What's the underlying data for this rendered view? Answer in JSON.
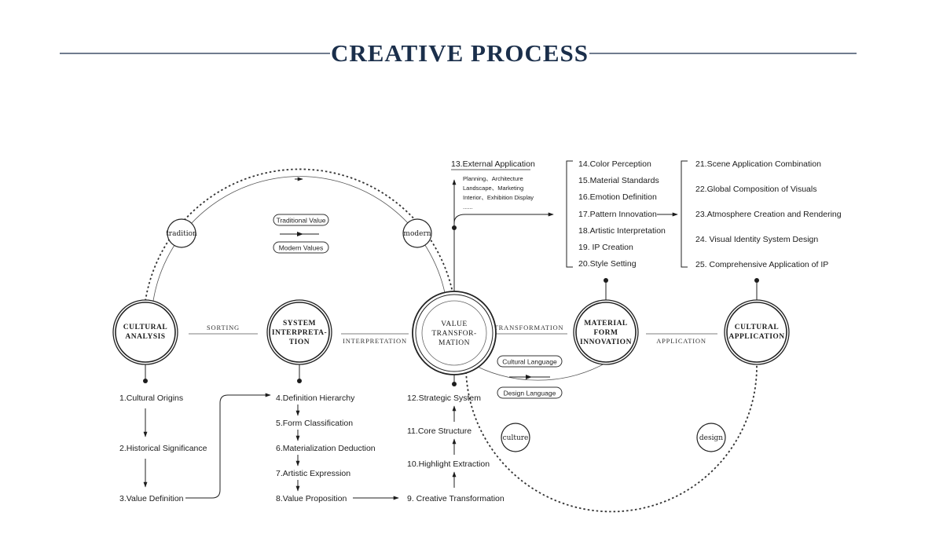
{
  "title": "CREATIVE PROCESS",
  "colors": {
    "title": "#1b2f4b",
    "rule": "#1b2f4b",
    "ink": "#1c1c1c"
  },
  "nodes": {
    "cultural_analysis": [
      "CULTURAL",
      "ANALYSIS"
    ],
    "system_interpretation": [
      "SYSTEM",
      "INTERPRETA-",
      "TION"
    ],
    "value_transformation": [
      "VALUE",
      "TRANSFOR-",
      "MATION"
    ],
    "material_form": [
      "MATERIAL",
      "FORM",
      "INNOVATION"
    ],
    "cultural_application": [
      "CULTURAL",
      "APPLICATION"
    ]
  },
  "small_nodes": {
    "tradition": "tradition",
    "modern": "modern",
    "culture": "culture",
    "design": "design"
  },
  "connectors": {
    "sorting": "SORTING",
    "interpretation": "INTERPRETATION",
    "transformation": "TRANSFORMATION",
    "application": "APPLICATION"
  },
  "pills": {
    "traditional_value": "Traditional Value",
    "modern_values": "Modern Values",
    "cultural_language": "Cultural Language",
    "design_language": "Design Language"
  },
  "col1": [
    "1.Cultural Origins",
    "2.Historical Significance",
    "3.Value Definition"
  ],
  "col2": [
    "4.Definition Hierarchy",
    "5.Form Classification",
    "6.Materialization Deduction",
    "7.Artistic Expression",
    "8.Value Proposition"
  ],
  "col3": [
    "12.Strategic System",
    "11.Core Structure",
    "10.Highlight Extraction",
    "9.  Creative Transformation"
  ],
  "external": {
    "title": "13.External Application",
    "lines": [
      "Planning、Architecture",
      "Landscape、Marketing",
      "Interior、Exhibition Display",
      "......"
    ]
  },
  "col4": [
    "14.Color Perception",
    "15.Material Standards",
    "16.Emotion Definition",
    "17.Pattern Innovation",
    "18.Artistic Interpretation",
    "19. IP Creation",
    "20.Style Setting"
  ],
  "col5": [
    "21.Scene Application Combination",
    "22.Global Composition of Visuals",
    "23.Atmosphere Creation and Rendering",
    "24. Visual Identity System Design",
    "25. Comprehensive Application of IP"
  ]
}
